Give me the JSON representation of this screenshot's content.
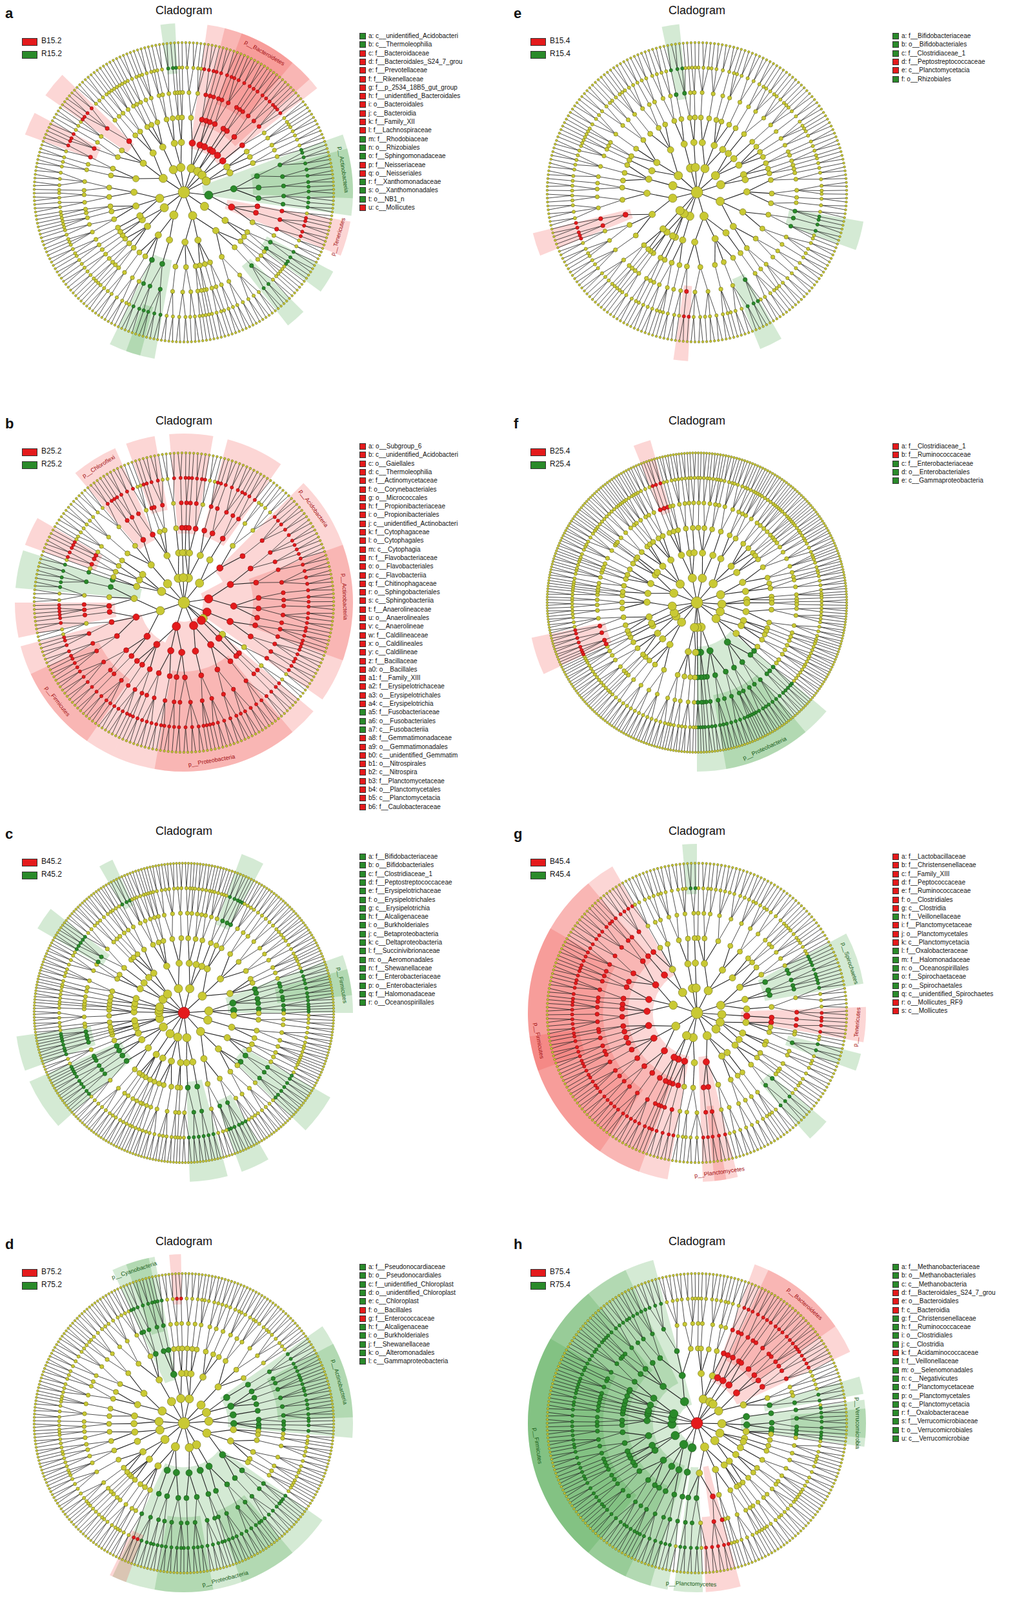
{
  "diagram": {
    "labels": [
      "a",
      "Cladogram",
      "p__Bacteroidetes",
      "p__Actinobacteria",
      "p__Tenericutes",
      "b",
      "Cladogram",
      "p__Chloroflexi",
      "p__Acidobacteria",
      "p__Actinobacteria",
      "p__Proteobacteria",
      "p__Firmicutes",
      "c",
      "Cladogram",
      "p__Firmicutes",
      "d",
      "Cladogram",
      "p__Cyanobacteria",
      "p__Actinobacteria",
      "p__Proteobacteria",
      "e",
      "Cladogram",
      "f",
      "Cladogram",
      "p__Proteobacteria",
      "g",
      "Cladogram",
      "p__Spirochaetes",
      "p__Tenericutes",
      "p__Planctomycetes",
      "p__Firmicutes",
      "h",
      "Cladogram",
      "p__Bacteroidetes",
      "p__Verrucomicrobia",
      "p__Planctomycetes",
      "p__Firmicutes"
    ],
    "legend": [
      {
        "text": "B15.2",
        "color": "#e41a1c"
      },
      {
        "text": "R15.2",
        "color": "#2a8a2a"
      },
      {
        "text": "a: c__unidentified_Acidobacteri",
        "color": "#2a8a2a"
      },
      {
        "text": "b: c__Thermoleophilia",
        "color": "#2a8a2a"
      },
      {
        "text": "c: f__Bacteroidaceae",
        "color": "#e41a1c"
      },
      {
        "text": "d: f__Bacteroidales_S24_7_grou",
        "color": "#e41a1c"
      },
      {
        "text": "e: f__Prevotellaceae",
        "color": "#e41a1c"
      },
      {
        "text": "f: f__Rikenellaceae",
        "color": "#e41a1c"
      },
      {
        "text": "g: f__p_2534_18B5_gut_group",
        "color": "#e41a1c"
      },
      {
        "text": "h: f__unidentified_Bacteroidales",
        "color": "#e41a1c"
      },
      {
        "text": "i: o__Bacteroidales",
        "color": "#e41a1c"
      },
      {
        "text": "j: c__Bacteroidia",
        "color": "#e41a1c"
      },
      {
        "text": "k: f__Family_XII",
        "color": "#e41a1c"
      },
      {
        "text": "l: f__Lachnospiraceae",
        "color": "#e41a1c"
      },
      {
        "text": "m: f__Rhodobiaceae",
        "color": "#2a8a2a"
      },
      {
        "text": "n: o__Rhizobiales",
        "color": "#2a8a2a"
      },
      {
        "text": "o: f__Sphingomonadaceae",
        "color": "#2a8a2a"
      },
      {
        "text": "p: f__Neisseriaceae",
        "color": "#e41a1c"
      },
      {
        "text": "q: o__Neisseriales",
        "color": "#e41a1c"
      },
      {
        "text": "r: f__Xanthomonadaceae",
        "color": "#2a8a2a"
      },
      {
        "text": "s: o__Xanthomonadales",
        "color": "#2a8a2a"
      },
      {
        "text": "t: o__NB1_n",
        "color": "#2a8a2a"
      },
      {
        "text": "u: c__Mollicutes",
        "color": "#e41a1c"
      },
      {
        "text": "B25.2",
        "color": "#e41a1c"
      },
      {
        "text": "R25.2",
        "color": "#2a8a2a"
      },
      {
        "text": "a: o__Subgroup_6",
        "color": "#e41a1c"
      },
      {
        "text": "b: c__unidentified_Acidobacteri",
        "color": "#e41a1c"
      },
      {
        "text": "c: o__Gaiellales",
        "color": "#e41a1c"
      },
      {
        "text": "d: c__Thermoleophilia",
        "color": "#e41a1c"
      },
      {
        "text": "e: f__Actinomycetaceae",
        "color": "#e41a1c"
      },
      {
        "text": "f: o__Corynebacteriales",
        "color": "#e41a1c"
      },
      {
        "text": "g: o__Micrococcales",
        "color": "#e41a1c"
      },
      {
        "text": "h: f__Propionibacteriaceae",
        "color": "#e41a1c"
      },
      {
        "text": "i: o__Propionibacteriales",
        "color": "#e41a1c"
      },
      {
        "text": "j: c__unidentified_Actinobacteri",
        "color": "#e41a1c"
      },
      {
        "text": "k: f__Cytophagaceae",
        "color": "#e41a1c"
      },
      {
        "text": "l: o__Cytophagales",
        "color": "#e41a1c"
      },
      {
        "text": "m: c__Cytophagia",
        "color": "#e41a1c"
      },
      {
        "text": "n: f__Flavobacteriaceae",
        "color": "#e41a1c"
      },
      {
        "text": "o: o__Flavobacteriales",
        "color": "#e41a1c"
      },
      {
        "text": "p: c__Flavobacteriia",
        "color": "#e41a1c"
      },
      {
        "text": "q: f__Chitinophagaceae",
        "color": "#e41a1c"
      },
      {
        "text": "r: o__Sphingobacteriales",
        "color": "#e41a1c"
      },
      {
        "text": "s: c__Sphingobacteriia",
        "color": "#e41a1c"
      },
      {
        "text": "t: f__Anaerolineaceae",
        "color": "#e41a1c"
      },
      {
        "text": "u: o__Anaerolineales",
        "color": "#e41a1c"
      },
      {
        "text": "v: c__Anaerolineae",
        "color": "#e41a1c"
      },
      {
        "text": "w: f__Caldilineaceae",
        "color": "#e41a1c"
      },
      {
        "text": "x: o__Caldilineales",
        "color": "#e41a1c"
      },
      {
        "text": "y: c__Caldilineae",
        "color": "#e41a1c"
      },
      {
        "text": "z: f__Bacillaceae",
        "color": "#e41a1c"
      },
      {
        "text": "a0: o__Bacillales",
        "color": "#e41a1c"
      },
      {
        "text": "a1: f__Family_XIII",
        "color": "#e41a1c"
      },
      {
        "text": "a2: f__Erysipelotrichaceae",
        "color": "#e41a1c"
      },
      {
        "text": "a3: o__Erysipelotrichales",
        "color": "#e41a1c"
      },
      {
        "text": "a4: c__Erysipelotrichia",
        "color": "#e41a1c"
      },
      {
        "text": "a5: f__Fusobacteriaceae",
        "color": "#2a8a2a"
      },
      {
        "text": "a6: o__Fusobacteriales",
        "color": "#2a8a2a"
      },
      {
        "text": "a7: c__Fusobacteriia",
        "color": "#2a8a2a"
      },
      {
        "text": "a8: f__Gemmatimonadaceae",
        "color": "#e41a1c"
      },
      {
        "text": "a9: o__Gemmatimonadales",
        "color": "#e41a1c"
      },
      {
        "text": "b0: c__unidentified_Gemmatim",
        "color": "#e41a1c"
      },
      {
        "text": "b1: o__Nitrospirales",
        "color": "#e41a1c"
      },
      {
        "text": "b2: c__Nitrospira",
        "color": "#e41a1c"
      },
      {
        "text": "b3: f__Planctomycetaceae",
        "color": "#e41a1c"
      },
      {
        "text": "b4: o__Planctomycetales",
        "color": "#e41a1c"
      },
      {
        "text": "b5: c__Planctomycetacia",
        "color": "#e41a1c"
      },
      {
        "text": "b6: f__Caulobacteraceae",
        "color": "#e41a1c"
      },
      {
        "text": "B45.2",
        "color": "#e41a1c"
      },
      {
        "text": "R45.2",
        "color": "#2a8a2a"
      },
      {
        "text": "a: f__Bifidobacteriaceae",
        "color": "#2a8a2a"
      },
      {
        "text": "b: o__Bifidobacteriales",
        "color": "#2a8a2a"
      },
      {
        "text": "c: f__Clostridiaceae_1",
        "color": "#2a8a2a"
      },
      {
        "text": "d: f__Peptostreptococcaceae",
        "color": "#2a8a2a"
      },
      {
        "text": "e: f__Erysipelotrichaceae",
        "color": "#2a8a2a"
      },
      {
        "text": "f: o__Erysipelotrichales",
        "color": "#2a8a2a"
      },
      {
        "text": "g: c__Erysipelotrichia",
        "color": "#2a8a2a"
      },
      {
        "text": "h: f__Alcaligenaceae",
        "color": "#2a8a2a"
      },
      {
        "text": "i: o__Burkholderiales",
        "color": "#2a8a2a"
      },
      {
        "text": "j: c__Betaproteobacteria",
        "color": "#2a8a2a"
      },
      {
        "text": "k: c__Deltaproteobacteria",
        "color": "#2a8a2a"
      },
      {
        "text": "l: f__Succinivibrionaceae",
        "color": "#2a8a2a"
      },
      {
        "text": "m: o__Aeromonadales",
        "color": "#2a8a2a"
      },
      {
        "text": "n: f__Shewanellaceae",
        "color": "#2a8a2a"
      },
      {
        "text": "o: f__Enterobacteriaceae",
        "color": "#2a8a2a"
      },
      {
        "text": "p: o__Enterobacteriales",
        "color": "#2a8a2a"
      },
      {
        "text": "q: f__Halomonadaceae",
        "color": "#2a8a2a"
      },
      {
        "text": "r: o__Oceanospirillales",
        "color": "#2a8a2a"
      },
      {
        "text": "B75.2",
        "color": "#e41a1c"
      },
      {
        "text": "R75.2",
        "color": "#2a8a2a"
      },
      {
        "text": "a: f__Pseudonocardiaceae",
        "color": "#2a8a2a"
      },
      {
        "text": "b: o__Pseudonocardiales",
        "color": "#2a8a2a"
      },
      {
        "text": "c: f__unidentified_Chloroplast",
        "color": "#2a8a2a"
      },
      {
        "text": "d: o__unidentified_Chloroplast",
        "color": "#2a8a2a"
      },
      {
        "text": "e: c__Chloroplast",
        "color": "#2a8a2a"
      },
      {
        "text": "f: o__Bacillales",
        "color": "#e41a1c"
      },
      {
        "text": "g: f__Enterococcaceae",
        "color": "#e41a1c"
      },
      {
        "text": "h: f__Alcaligenaceae",
        "color": "#2a8a2a"
      },
      {
        "text": "i: o__Burkholderiales",
        "color": "#2a8a2a"
      },
      {
        "text": "j: f__Shewanellaceae",
        "color": "#2a8a2a"
      },
      {
        "text": "k: o__Alteromonadales",
        "color": "#2a8a2a"
      },
      {
        "text": "l: c__Gammaproteobacteria",
        "color": "#2a8a2a"
      },
      {
        "text": "B15.4",
        "color": "#e41a1c"
      },
      {
        "text": "R15.4",
        "color": "#2a8a2a"
      },
      {
        "text": "a: f__Bifidobacteriaceae",
        "color": "#2a8a2a"
      },
      {
        "text": "b: o__Bifidobacteriales",
        "color": "#2a8a2a"
      },
      {
        "text": "c: f__Clostridiaceae_1",
        "color": "#2a8a2a"
      },
      {
        "text": "d: f__Peptostreptococcaceae",
        "color": "#e41a1c"
      },
      {
        "text": "e: c__Planctomycetacia",
        "color": "#e41a1c"
      },
      {
        "text": "f: o__Rhizobiales",
        "color": "#2a8a2a"
      },
      {
        "text": "B25.4",
        "color": "#e41a1c"
      },
      {
        "text": "R25.4",
        "color": "#2a8a2a"
      },
      {
        "text": "a: f__Clostridiaceae_1",
        "color": "#e41a1c"
      },
      {
        "text": "b: f__Ruminococcaceae",
        "color": "#e41a1c"
      },
      {
        "text": "c: f__Enterobacteriaceae",
        "color": "#2a8a2a"
      },
      {
        "text": "d: o__Enterobacteriales",
        "color": "#2a8a2a"
      },
      {
        "text": "e: c__Gammaproteobacteria",
        "color": "#2a8a2a"
      },
      {
        "text": "B45.4",
        "color": "#e41a1c"
      },
      {
        "text": "R45.4",
        "color": "#2a8a2a"
      },
      {
        "text": "a: f__Lactobacillaceae",
        "color": "#e41a1c"
      },
      {
        "text": "b: f__Christensenellaceae",
        "color": "#e41a1c"
      },
      {
        "text": "c: f__Family_XIII",
        "color": "#e41a1c"
      },
      {
        "text": "d: f__Peptococcaceae",
        "color": "#e41a1c"
      },
      {
        "text": "e: f__Ruminococcaceae",
        "color": "#e41a1c"
      },
      {
        "text": "f: o__Clostridiales",
        "color": "#e41a1c"
      },
      {
        "text": "g: c__Clostridia",
        "color": "#e41a1c"
      },
      {
        "text": "h: f__Veillonellaceae",
        "color": "#2a8a2a"
      },
      {
        "text": "i: f__Planctomycetaceae",
        "color": "#e41a1c"
      },
      {
        "text": "j: o__Planctomycetales",
        "color": "#e41a1c"
      },
      {
        "text": "k: c__Planctomycetacia",
        "color": "#e41a1c"
      },
      {
        "text": "l: f__Oxalobacteraceae",
        "color": "#2a8a2a"
      },
      {
        "text": "m: f__Halomonadaceae",
        "color": "#2a8a2a"
      },
      {
        "text": "n: o__Oceanospirillales",
        "color": "#2a8a2a"
      },
      {
        "text": "o: f__Spirochaetaceae",
        "color": "#2a8a2a"
      },
      {
        "text": "p: o__Spirochaetales",
        "color": "#2a8a2a"
      },
      {
        "text": "q: c__unidentified_Spirochaetes",
        "color": "#2a8a2a"
      },
      {
        "text": "r: o__Mollicutes_RF9",
        "color": "#e41a1c"
      },
      {
        "text": "s: c__Mollicutes",
        "color": "#e41a1c"
      },
      {
        "text": "B75.4",
        "color": "#e41a1c"
      },
      {
        "text": "R75.4",
        "color": "#2a8a2a"
      },
      {
        "text": "a: f__Methanobacteriaceae",
        "color": "#2a8a2a"
      },
      {
        "text": "b: o__Methanobacteriales",
        "color": "#2a8a2a"
      },
      {
        "text": "c: c__Methanobacteria",
        "color": "#2a8a2a"
      },
      {
        "text": "d: f__Bacteroidales_S24_7_grou",
        "color": "#e41a1c"
      },
      {
        "text": "e: o__Bacteroidales",
        "color": "#e41a1c"
      },
      {
        "text": "f: c__Bacteroidia",
        "color": "#e41a1c"
      },
      {
        "text": "g: f__Christensenellaceae",
        "color": "#2a8a2a"
      },
      {
        "text": "h: f__Ruminococcaceae",
        "color": "#2a8a2a"
      },
      {
        "text": "i: o__Clostridiales",
        "color": "#2a8a2a"
      },
      {
        "text": "j: c__Clostridia",
        "color": "#2a8a2a"
      },
      {
        "text": "k: f__Acidaminococcaceae",
        "color": "#e41a1c"
      },
      {
        "text": "l: f__Veillonellaceae",
        "color": "#2a8a2a"
      },
      {
        "text": "m: o__Selenomonadales",
        "color": "#2a8a2a"
      },
      {
        "text": "n: c__Negativicutes",
        "color": "#2a8a2a"
      },
      {
        "text": "o: f__Planctomycetaceae",
        "color": "#2a8a2a"
      },
      {
        "text": "p: o__Planctomycetales",
        "color": "#2a8a2a"
      },
      {
        "text": "q: c__Planctomycetacia",
        "color": "#2a8a2a"
      },
      {
        "text": "r: f__Oxalobacteraceae",
        "color": "#2a8a2a"
      },
      {
        "text": "s: f__Verrucomicrobiaceae",
        "color": "#2a8a2a"
      },
      {
        "text": "t: o__Verrucomicrobiales",
        "color": "#2a8a2a"
      },
      {
        "text": "u: c__Verrucomicrobiae",
        "color": "#2a8a2a"
      }
    ]
  }
}
